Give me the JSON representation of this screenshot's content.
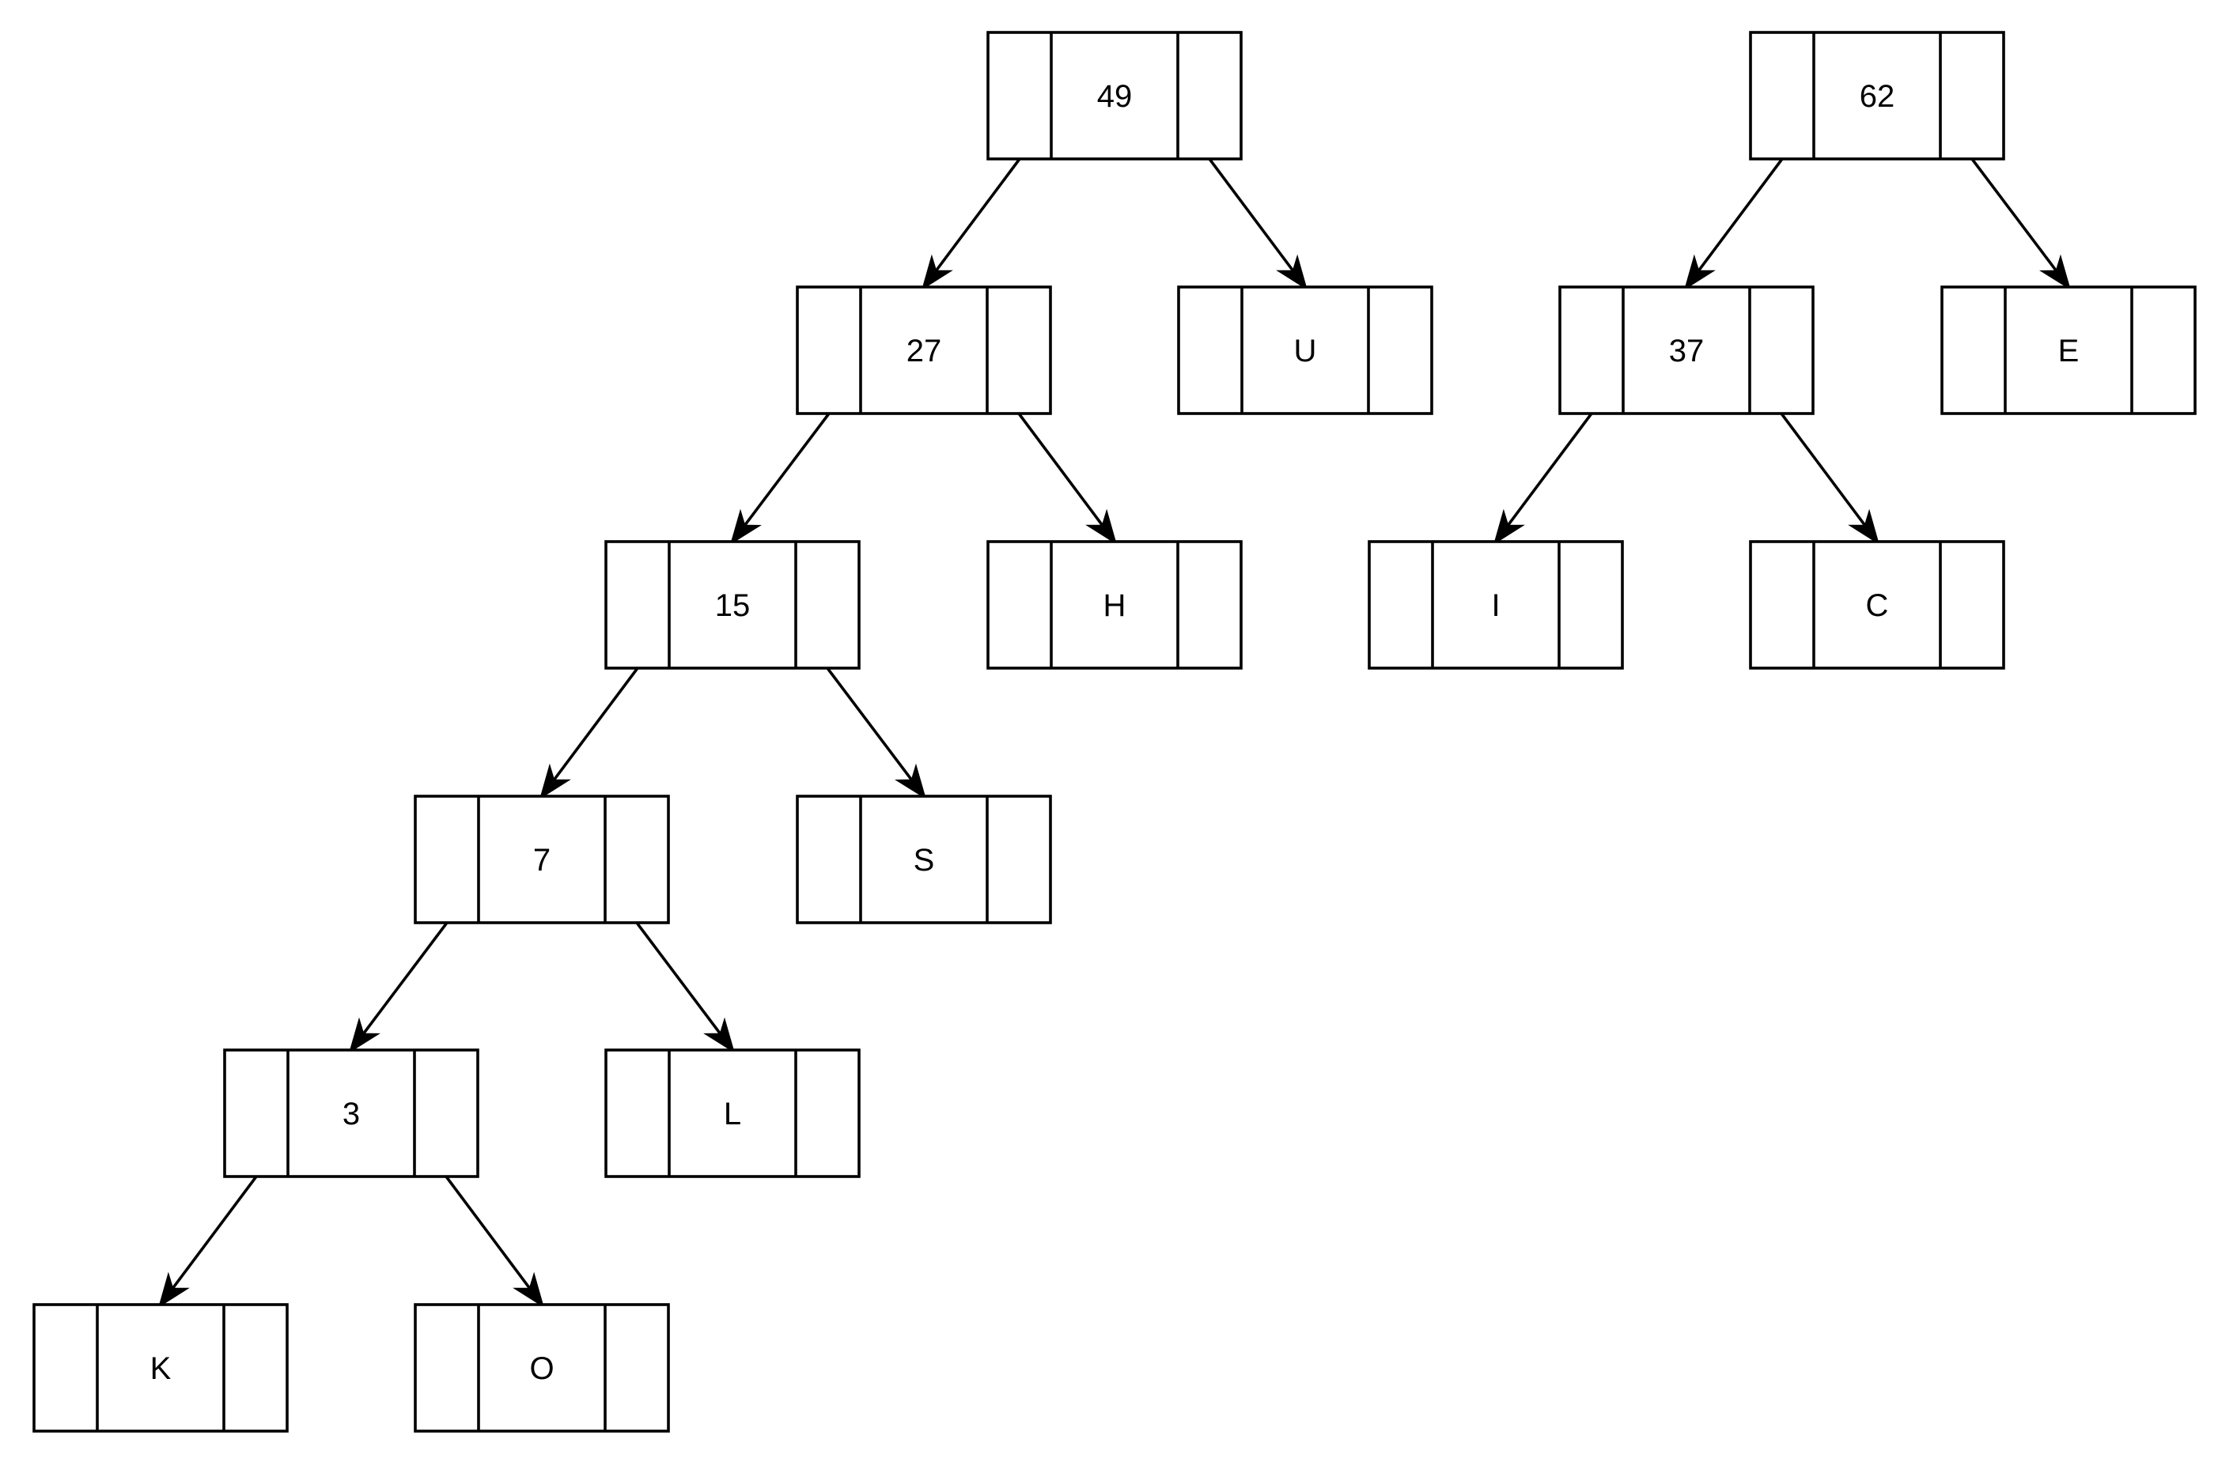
{
  "trees": [
    {
      "root": "n49",
      "nodes": [
        {
          "id": "n49",
          "label": "49"
        },
        {
          "id": "n27",
          "label": "27"
        },
        {
          "id": "nU",
          "label": "U"
        },
        {
          "id": "n15",
          "label": "15"
        },
        {
          "id": "nH",
          "label": "H"
        },
        {
          "id": "n7",
          "label": "7"
        },
        {
          "id": "nS",
          "label": "S"
        },
        {
          "id": "n3",
          "label": "3"
        },
        {
          "id": "nL",
          "label": "L"
        },
        {
          "id": "nK",
          "label": "K"
        },
        {
          "id": "nO",
          "label": "O"
        }
      ],
      "edges": [
        {
          "from": "n49",
          "to": "n27",
          "side": "left"
        },
        {
          "from": "n49",
          "to": "nU",
          "side": "right"
        },
        {
          "from": "n27",
          "to": "n15",
          "side": "left"
        },
        {
          "from": "n27",
          "to": "nH",
          "side": "right"
        },
        {
          "from": "n15",
          "to": "n7",
          "side": "left"
        },
        {
          "from": "n15",
          "to": "nS",
          "side": "right"
        },
        {
          "from": "n7",
          "to": "n3",
          "side": "left"
        },
        {
          "from": "n7",
          "to": "nL",
          "side": "right"
        },
        {
          "from": "n3",
          "to": "nK",
          "side": "left"
        },
        {
          "from": "n3",
          "to": "nO",
          "side": "right"
        }
      ]
    },
    {
      "root": "n62",
      "nodes": [
        {
          "id": "n62",
          "label": "62"
        },
        {
          "id": "n37",
          "label": "37"
        },
        {
          "id": "nE",
          "label": "E"
        },
        {
          "id": "nI",
          "label": "I"
        },
        {
          "id": "nC",
          "label": "C"
        }
      ],
      "edges": [
        {
          "from": "n62",
          "to": "n37",
          "side": "left"
        },
        {
          "from": "n62",
          "to": "nE",
          "side": "right"
        },
        {
          "from": "n37",
          "to": "nI",
          "side": "left"
        },
        {
          "from": "n37",
          "to": "nC",
          "side": "right"
        }
      ]
    }
  ]
}
